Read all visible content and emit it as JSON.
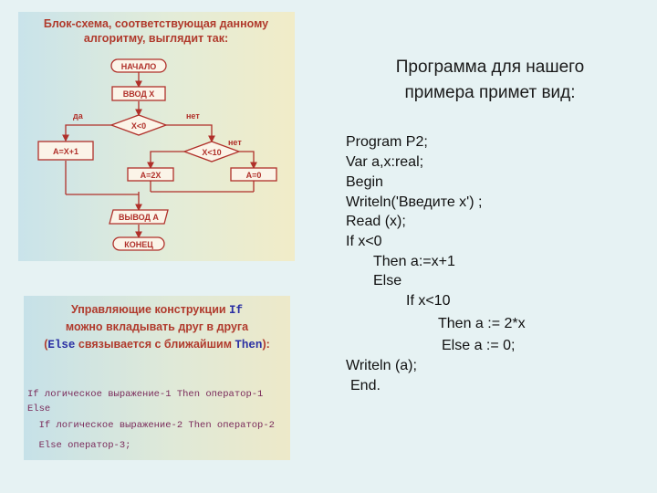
{
  "flowchart": {
    "title_line1": "Блок-схема, соответствующая данному",
    "title_line2": "алгоритму, выглядит так:",
    "start": "НАЧАЛО",
    "input": "ВВОД X",
    "cond1": "X<0",
    "yes1": "да",
    "no1": "нет",
    "a_x1": "A=X+1",
    "cond2": "X<10",
    "no2": "нет",
    "a_2x": "A=2X",
    "a_0": "A=0",
    "output": "ВЫВОД A",
    "end": "КОНЕЦ"
  },
  "nesting": {
    "line1_text": "Управляющие конструкции ",
    "line1_kw": "If",
    "line2": "можно вкладывать друг в друга",
    "line3_open": "(",
    "line3_kw1": "Else",
    "line3_mid": " связывается с ближайшим ",
    "line3_kw2": "Then",
    "line3_close": "):",
    "code1": "If логическое выражение-1 Then оператор-1",
    "code2": "Else",
    "code3": "  If логическое выражение-2 Then оператор-2",
    "code4": "  Else оператор-3;"
  },
  "program": {
    "title_line1": "Программа для нашего",
    "title_line2": "примера примет вид:",
    "lines": [
      "Program P2;",
      "Var a,x:real;",
      "Begin",
      "Writeln('Введите х') ;",
      "Read (x);",
      "If x<0",
      "Then a:=x+1",
      "Else",
      "If x<10",
      "Then a := 2*x",
      "Else a := 0;",
      "Writeln (a);",
      "End."
    ]
  }
}
